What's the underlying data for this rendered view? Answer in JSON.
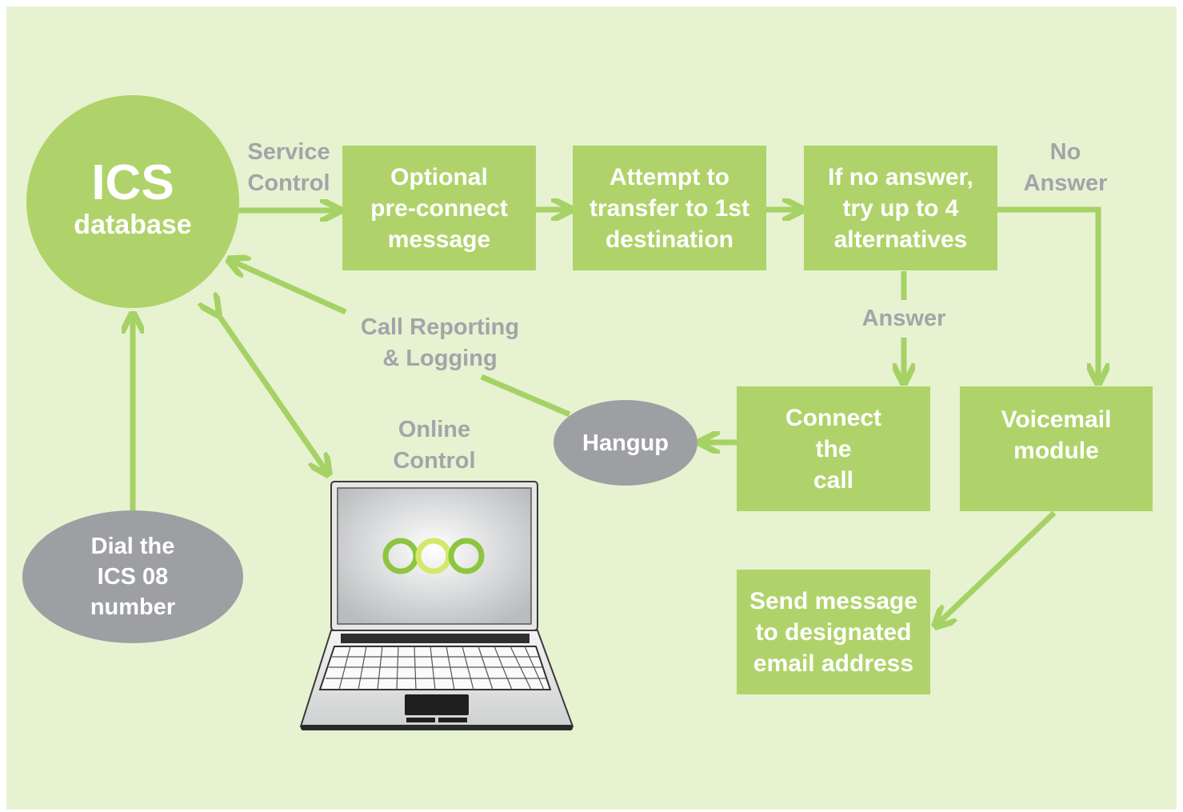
{
  "ics": {
    "title": "ICS",
    "subtitle": "database"
  },
  "boxes": {
    "preconnect": "Optional\npre-connect\nmessage",
    "transfer": "Attempt to\ntransfer to 1st\ndestination",
    "alternatives": "If no answer,\ntry up to 4\nalternatives",
    "connect": "Connect\nthe\ncall",
    "voicemail": "Voicemail\nmodule",
    "send": "Send message\nto designated\nemail address"
  },
  "ovals": {
    "hangup": "Hangup",
    "dial": "Dial the\nICS 08\nnumber"
  },
  "labels": {
    "service_control": "Service\nControl",
    "no_answer": "No\nAnswer",
    "answer": "Answer",
    "call_reporting": "Call Reporting\n& Logging",
    "online_control": "Online\nControl"
  },
  "colors": {
    "background": "#e7f2d1",
    "green": "#afd36a",
    "arrow": "#a6d265",
    "grey_node": "#9d9fa2",
    "label_grey": "#a2a5a8"
  }
}
